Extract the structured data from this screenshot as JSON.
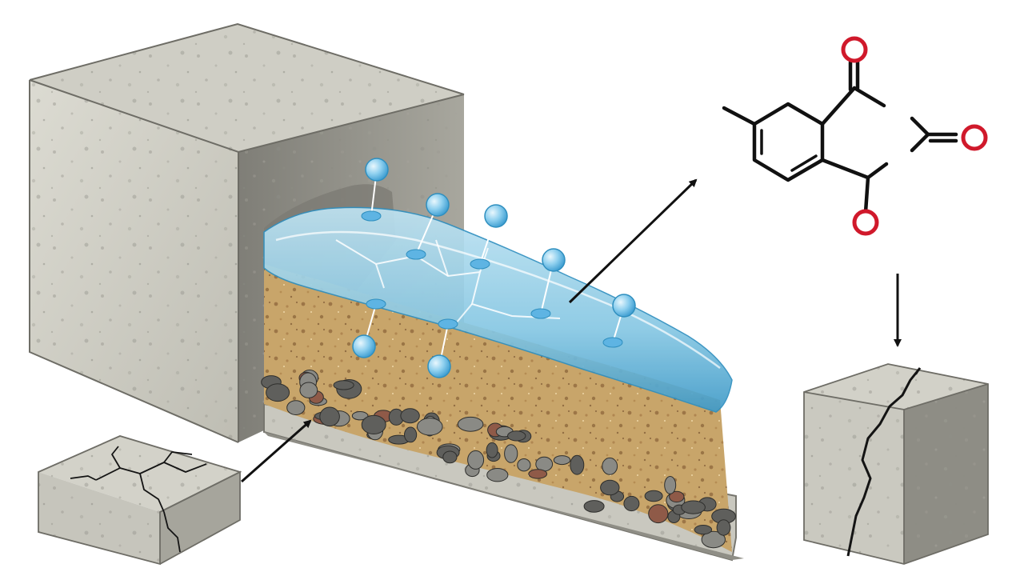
{
  "colors": {
    "background": "#ffffff",
    "concrete_light": "#d9d8cf",
    "concrete_mid": "#b8b7ad",
    "concrete_dark": "#8d8c84",
    "sand": "#c9a66b",
    "sand_dark": "#8a6238",
    "water": "#7fc3e0",
    "water_dark": "#2f8fbf",
    "bubble": "#5eb4e3",
    "gravel": "#5f5f5c",
    "gravel_red": "#8f5a48",
    "crack": "#141414",
    "arrow": "#111111",
    "oxygen": "#d0192b",
    "bond": "#111111"
  },
  "icons": {
    "main_block": "concrete-block-cutaway",
    "small_block": "cracked-concrete-slab",
    "result_block": "cracked-concrete-cube",
    "molecule": "organic-molecule",
    "water_droplet": "water-droplet"
  }
}
